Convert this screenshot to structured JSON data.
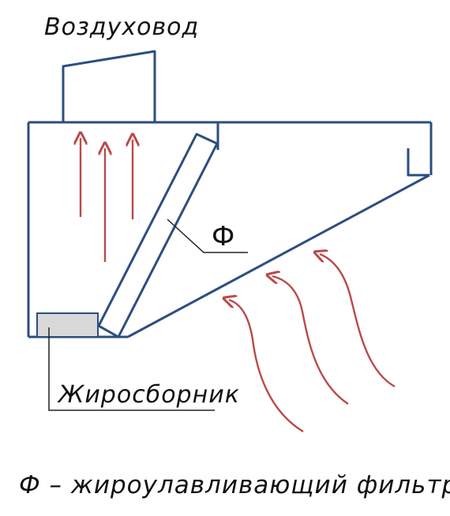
{
  "labels": {
    "duct": "Воздуховод",
    "filter_symbol": "Ф",
    "fat_collector": "Жиросборник",
    "legend": "Ф – жироулавливающий фильтр"
  },
  "colors": {
    "hood_outline": "#2b4e80",
    "airflow_arrows": "#b94a4a",
    "fat_collector_fill": "#d9d9d9",
    "leader_line": "#222222"
  }
}
